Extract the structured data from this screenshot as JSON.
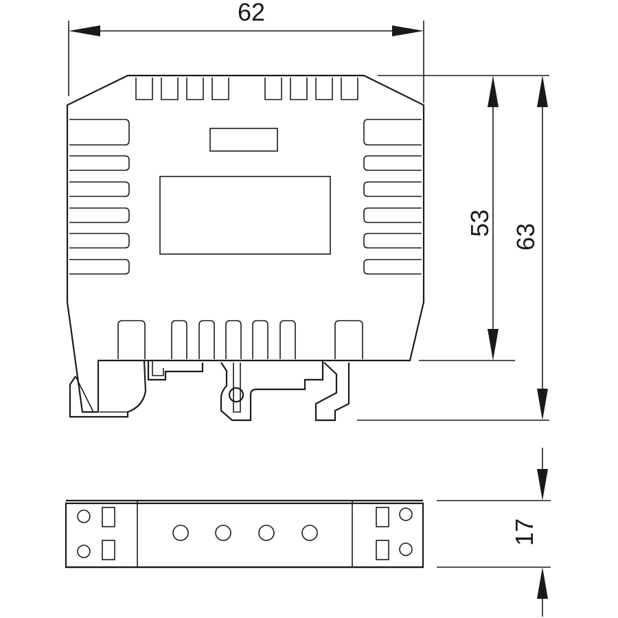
{
  "dimensions": {
    "width": "62",
    "height_body": "53",
    "height_total": "63",
    "depth": "17"
  },
  "colors": {
    "line": "#1a1a1a",
    "background": "#ffffff"
  }
}
